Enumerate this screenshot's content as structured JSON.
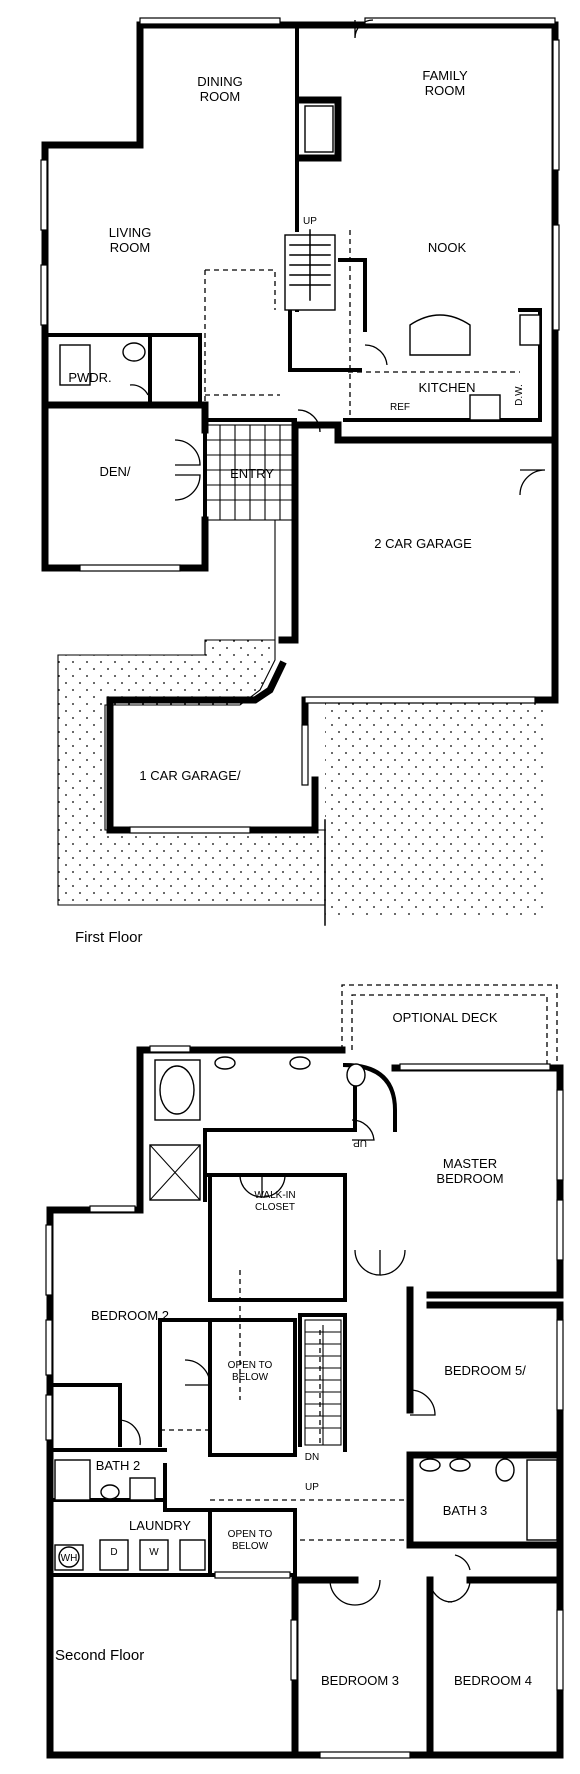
{
  "floors": [
    {
      "label": "First Floor",
      "rooms": {
        "dining_1": "DINING",
        "dining_2": "ROOM",
        "family_1": "FAMILY",
        "family_2": "ROOM",
        "living_1": "LIVING",
        "living_2": "ROOM",
        "nook": "NOOK",
        "kitchen": "KITCHEN",
        "pwdr": "PWDR.",
        "den": "DEN/",
        "entry": "ENTRY",
        "garage2": "2 CAR GARAGE",
        "garage1": "1 CAR GARAGE/"
      },
      "annotations": {
        "up": "UP",
        "ref": "REF",
        "dw": "D.W."
      }
    },
    {
      "label": "Second  Floor",
      "rooms": {
        "deck": "OPTIONAL DECK",
        "master_1": "MASTER",
        "master_2": "BEDROOM",
        "closet_1": "WALK-IN",
        "closet_2": "CLOSET",
        "bedroom2": "BEDROOM 2",
        "open1_1": "OPEN TO",
        "open1_2": "BELOW",
        "bedroom5": "BEDROOM 5/",
        "bath2": "BATH 2",
        "bath3": "BATH 3",
        "open2_1": "OPEN TO",
        "open2_2": "BELOW",
        "laundry": "LAUNDRY",
        "bedroom3": "BEDROOM 3",
        "bedroom4": "BEDROOM 4"
      },
      "annotations": {
        "up_rotated": "UP",
        "dn": "DN",
        "up": "UP",
        "wh": "WH",
        "d": "D",
        "w": "W"
      }
    }
  ]
}
